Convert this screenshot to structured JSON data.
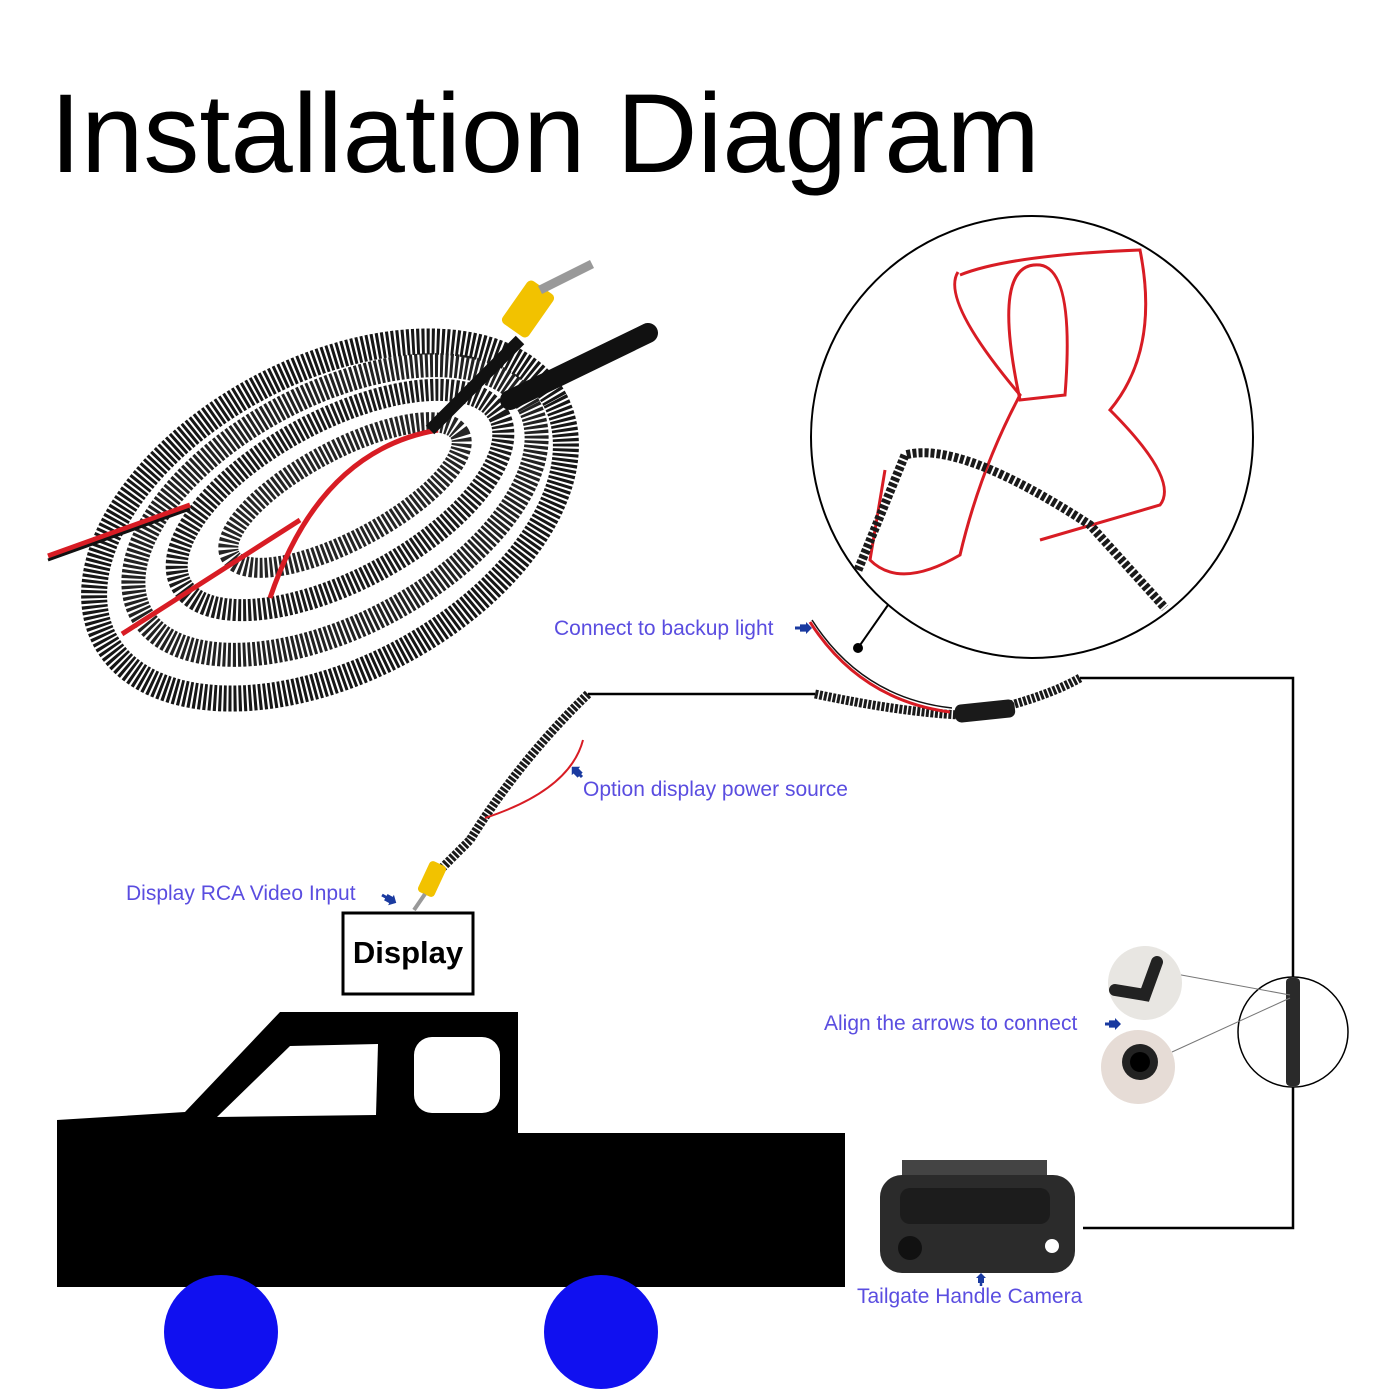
{
  "title": "Installation Diagram",
  "labels": {
    "backup_light": "Connect to backup light",
    "power_source": "Option display power source",
    "rca_input": "Display RCA Video Input",
    "display": "Display",
    "align_arrows": "Align the arrows to connect",
    "camera": "Tailgate Handle Camera"
  },
  "colors": {
    "label": "#5a4de0",
    "arrow": "#1a3aa0",
    "wheel": "#1010f0",
    "wire_red": "#d81c24",
    "rca_yellow": "#f2c200",
    "cable": "#1a1a1a"
  }
}
